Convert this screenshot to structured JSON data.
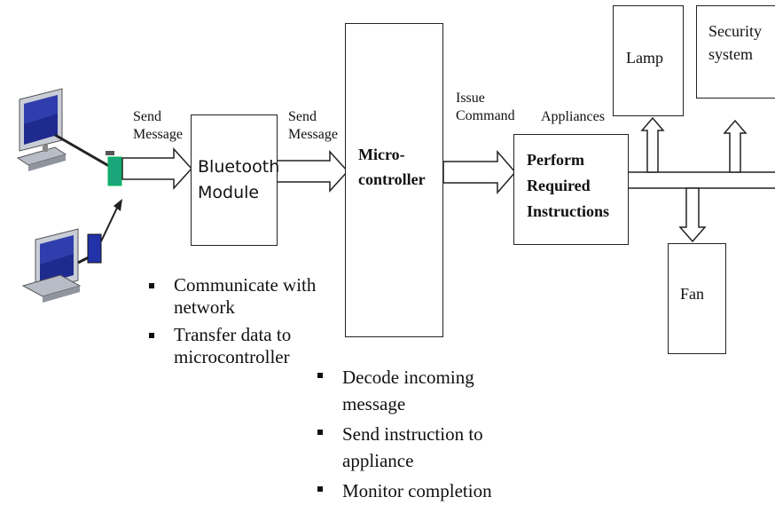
{
  "labels": {
    "send_message_1": [
      "Send",
      "Message"
    ],
    "send_message_2": [
      "Send",
      "Message"
    ],
    "issue_command": [
      "Issue",
      "Command"
    ],
    "appliances": "Appliances"
  },
  "blocks": {
    "bluetooth": [
      "Bluetooth",
      "Module"
    ],
    "microcontroller": [
      "Micro-",
      "controller"
    ],
    "perform": [
      "Perform",
      "Required",
      "Instructions"
    ],
    "lamp": "Lamp",
    "security": [
      "Security",
      "system"
    ],
    "fan": "Fan"
  },
  "bluetooth_notes": [
    "Communicate with network",
    "Transfer data to microcontroller"
  ],
  "microcontroller_notes": [
    "Decode incoming message",
    "Send instruction to appliance",
    "Monitor completion"
  ]
}
